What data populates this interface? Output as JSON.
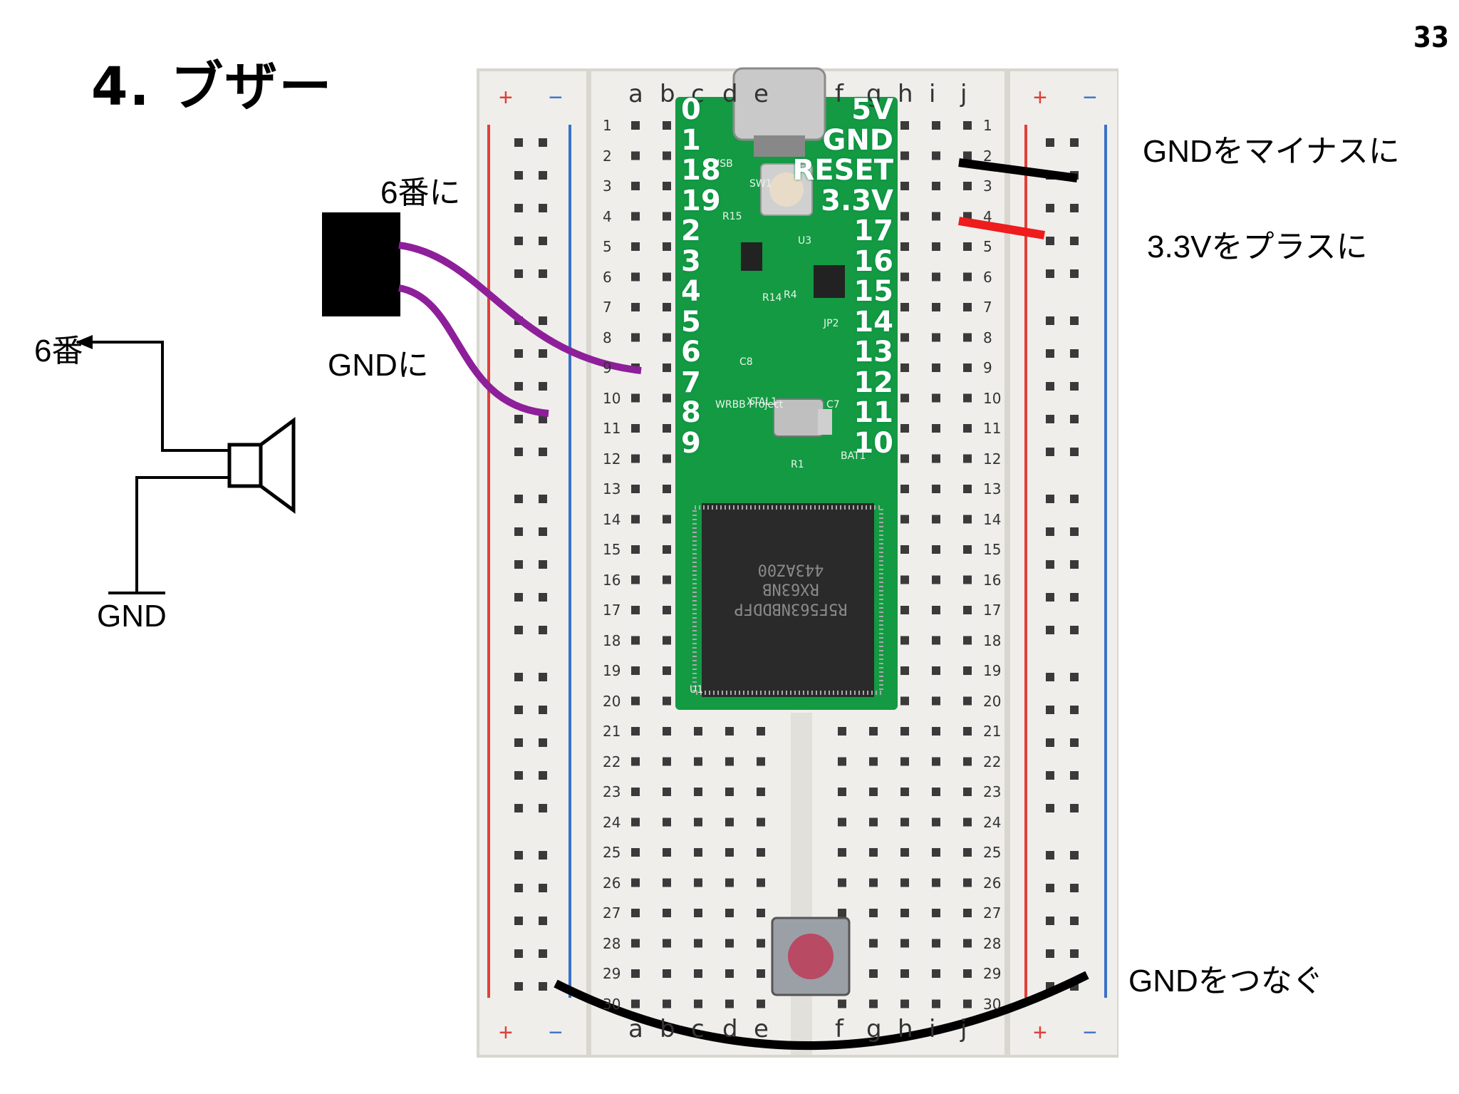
{
  "slide": {
    "title": "4. ブザー",
    "page_number": "33"
  },
  "schematic": {
    "pin_label": "6番",
    "ground_label": "GND"
  },
  "buzzer_annotations": {
    "to_pin6": "6番に",
    "to_gnd": "GNDに"
  },
  "breadboard_annotations": {
    "gnd_to_minus": "GNDをマイナスに",
    "v33_to_plus": "3.3Vをプラスに",
    "connect_gnd": "GNDをつなぐ"
  },
  "breadboard": {
    "rail_plus": "+",
    "rail_minus": "−",
    "columns_left": [
      "a",
      "b",
      "c",
      "d",
      "e"
    ],
    "columns_right": [
      "f",
      "g",
      "h",
      "i",
      "j"
    ],
    "rows": [
      "1",
      "2",
      "3",
      "4",
      "5",
      "6",
      "7",
      "8",
      "9",
      "10",
      "11",
      "12",
      "13",
      "14",
      "15",
      "16",
      "17",
      "18",
      "19",
      "20",
      "21",
      "22",
      "23",
      "24",
      "25",
      "26",
      "27",
      "28",
      "29",
      "30"
    ]
  },
  "board": {
    "left_pins": [
      "0",
      "1",
      "18",
      "19",
      "2",
      "3",
      "4",
      "5",
      "6",
      "7",
      "8",
      "9"
    ],
    "right_pins": [
      "5V",
      "GND",
      "RESET",
      "3.3V",
      "17",
      "16",
      "15",
      "14",
      "13",
      "12",
      "11",
      "10"
    ],
    "chip_lines": [
      "R5F563NBDDFP",
      "RX63NB",
      "443AZ00"
    ],
    "silk_labels": [
      "USB",
      "SW1",
      "R15",
      "U3",
      "R14",
      "R4",
      "C8",
      "XTAL1",
      "JP2",
      "C7",
      "BAT1",
      "R1",
      "U1",
      "WRBB Project"
    ]
  },
  "colors": {
    "wire_purple": "#8e1f9a",
    "wire_black": "#000000",
    "wire_red": "#ee1c1c",
    "pcb_green": "#139a43",
    "rail_red": "#e0403a",
    "rail_blue": "#3a72c8",
    "breadboard": "#efeeea"
  }
}
